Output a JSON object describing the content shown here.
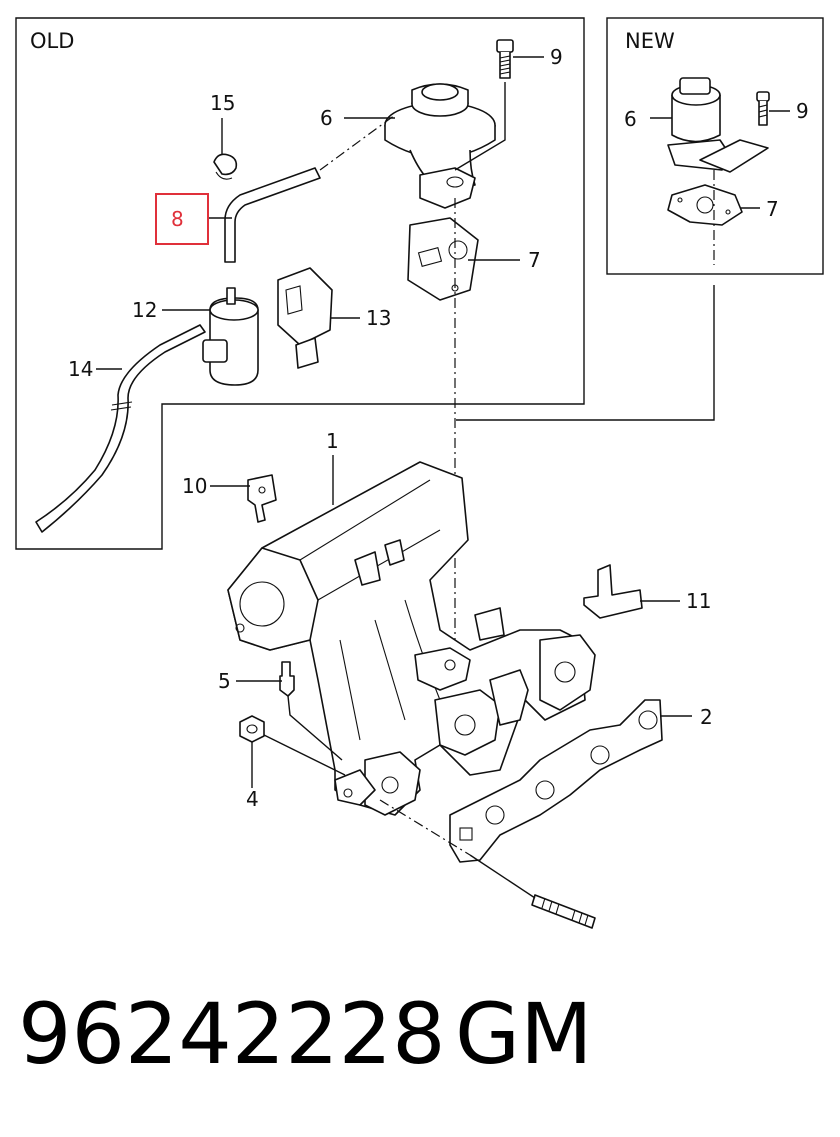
{
  "boxes": {
    "old_label": "OLD",
    "new_label": "NEW"
  },
  "callouts": {
    "c1": "1",
    "c2": "2",
    "c4": "4",
    "c5": "5",
    "c6_old": "6",
    "c7_old": "7",
    "c8": "8",
    "c9_old": "9",
    "c10": "10",
    "c11": "11",
    "c12": "12",
    "c13": "13",
    "c14": "14",
    "c15": "15",
    "c6_new": "6",
    "c7_new": "7",
    "c9_new": "9"
  },
  "highlighted_callout": "8",
  "highlight_color": "#e0303a",
  "footer": {
    "part_number": "96242228",
    "brand": "GM"
  }
}
